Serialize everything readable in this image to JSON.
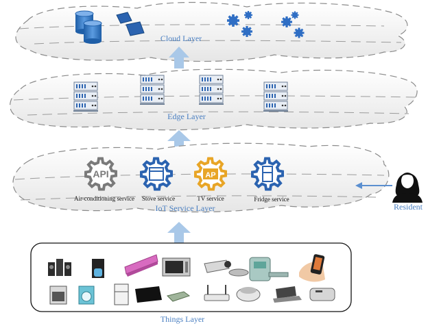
{
  "layers": {
    "cloud": "Cloud Layer",
    "edge": "Edge Layer",
    "iot": "IoT Service Layer",
    "things": "Things Layer"
  },
  "services": [
    {
      "label": "Air-conditioning service",
      "icon": "api-gear-icon",
      "color": "#7a7a7a",
      "glyph": "API"
    },
    {
      "label": "Stove service",
      "icon": "stove-gear-icon",
      "color": "#2b63b0",
      "glyph": "stove"
    },
    {
      "label": "TV service",
      "icon": "tv-gear-icon",
      "color": "#e8a526",
      "glyph": "AP"
    },
    {
      "label": "Fridge service",
      "icon": "fridge-gear-icon",
      "color": "#2b63b0",
      "glyph": "fridge"
    }
  ],
  "resident": {
    "label": "Resident",
    "icon": "resident-person-icon"
  },
  "colors": {
    "arrow": "#a9c8e8",
    "resident_arrow": "#5b8fd0",
    "label": "#4a7fc1"
  }
}
